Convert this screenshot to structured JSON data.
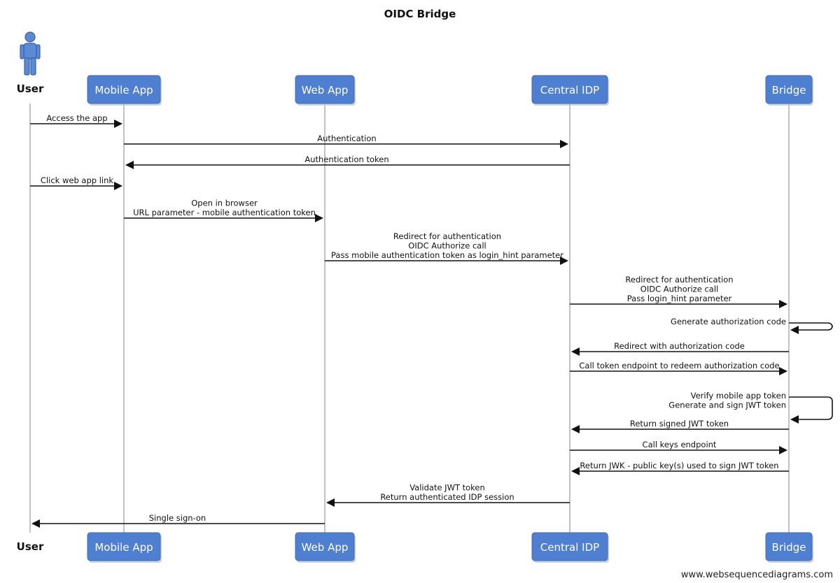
{
  "title": "OIDC Bridge",
  "footer": "www.websequencediagrams.com",
  "participants": [
    {
      "id": "user",
      "label": "User",
      "kind": "actor"
    },
    {
      "id": "mobile",
      "label": "Mobile App",
      "kind": "box"
    },
    {
      "id": "web",
      "label": "Web App",
      "kind": "box"
    },
    {
      "id": "idp",
      "label": "Central IDP",
      "kind": "box"
    },
    {
      "id": "bridge",
      "label": "Bridge",
      "kind": "box"
    }
  ],
  "messages": [
    {
      "from": "user",
      "to": "mobile",
      "lines": [
        "Access the app"
      ]
    },
    {
      "from": "mobile",
      "to": "idp",
      "lines": [
        "Authentication"
      ]
    },
    {
      "from": "idp",
      "to": "mobile",
      "lines": [
        "Authentication token"
      ]
    },
    {
      "from": "user",
      "to": "mobile",
      "lines": [
        "Click web app link"
      ]
    },
    {
      "from": "mobile",
      "to": "web",
      "lines": [
        "Open in browser",
        "URL parameter -  mobile authentication token"
      ]
    },
    {
      "from": "web",
      "to": "idp",
      "lines": [
        "Redirect for authentication",
        "OIDC Authorize call",
        "Pass mobile authentication token as login_hint parameter"
      ]
    },
    {
      "from": "idp",
      "to": "bridge",
      "lines": [
        "Redirect for authentication",
        "OIDC Authorize call",
        "Pass login_hint parameter"
      ]
    },
    {
      "from": "bridge",
      "to": "bridge",
      "lines": [
        "Generate authorization code"
      ]
    },
    {
      "from": "bridge",
      "to": "idp",
      "lines": [
        "Redirect with authorization code"
      ]
    },
    {
      "from": "idp",
      "to": "bridge",
      "lines": [
        "Call token endpoint to redeem authorization code"
      ]
    },
    {
      "from": "bridge",
      "to": "bridge",
      "lines": [
        "Verify mobile app token",
        "Generate and sign JWT token"
      ]
    },
    {
      "from": "bridge",
      "to": "idp",
      "lines": [
        "Return signed JWT token"
      ]
    },
    {
      "from": "idp",
      "to": "bridge",
      "lines": [
        "Call keys endpoint"
      ]
    },
    {
      "from": "bridge",
      "to": "idp",
      "lines": [
        "Return JWK - public key(s) used to sign JWT token"
      ]
    },
    {
      "from": "idp",
      "to": "web",
      "lines": [
        "Validate JWT token",
        "Return authenticated IDP session"
      ]
    },
    {
      "from": "web",
      "to": "user",
      "lines": [
        "Single sign-on"
      ]
    }
  ]
}
